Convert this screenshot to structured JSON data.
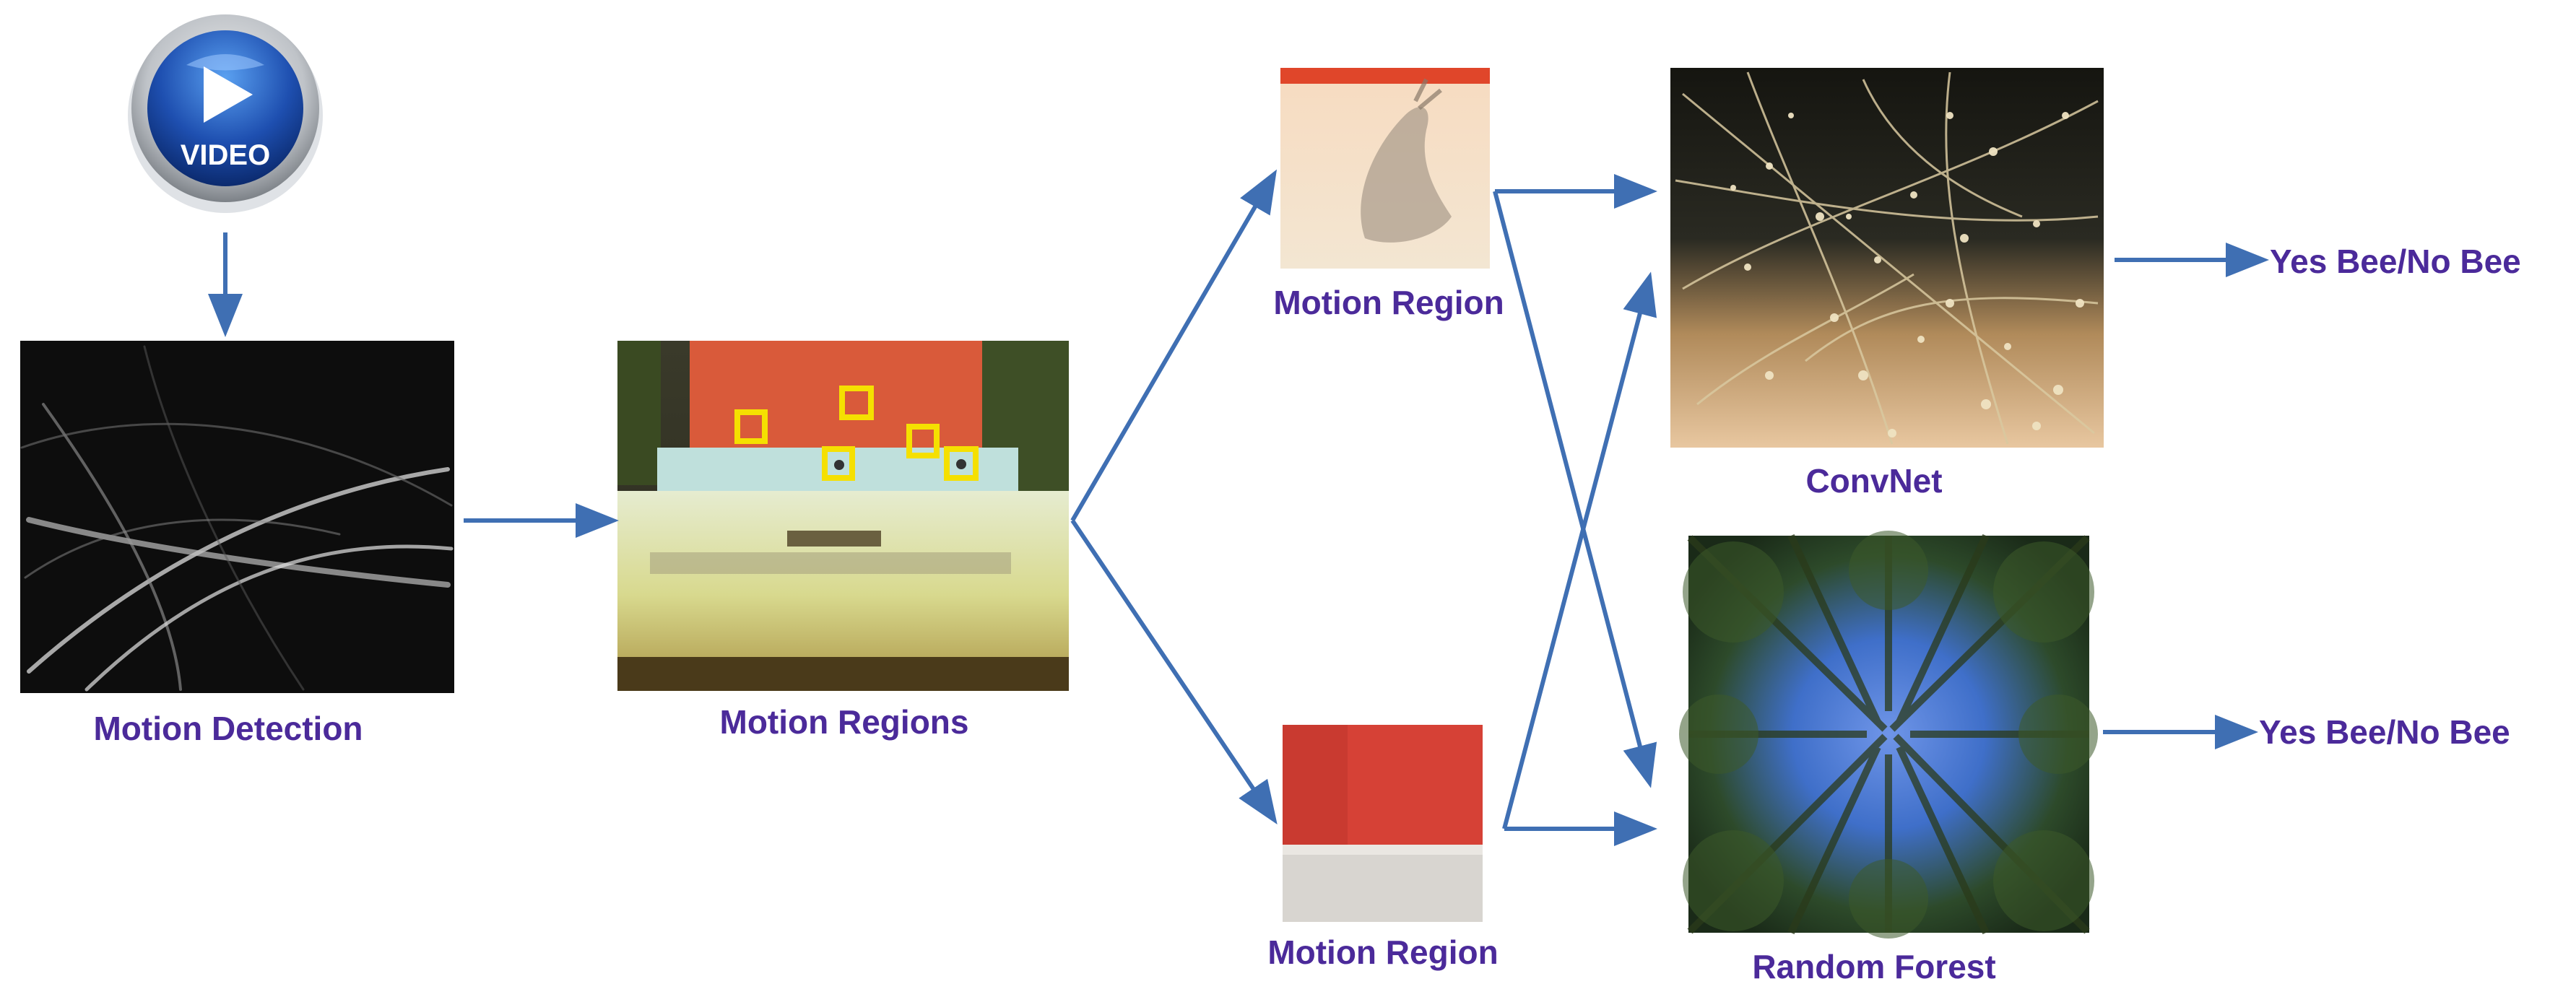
{
  "diagram": {
    "video_icon": {
      "label": "VIDEO"
    },
    "labels": {
      "motion_detection": "Motion Detection",
      "motion_regions": "Motion Regions",
      "motion_region_top": "Motion Region",
      "motion_region_bottom": "Motion Region",
      "convnet": "ConvNet",
      "random_forest": "Random Forest",
      "output_top": "Yes Bee/No Bee",
      "output_bottom": "Yes Bee/No Bee"
    },
    "colors": {
      "label_text": "#4b2a9a",
      "arrow": "#3f6fb3"
    }
  }
}
